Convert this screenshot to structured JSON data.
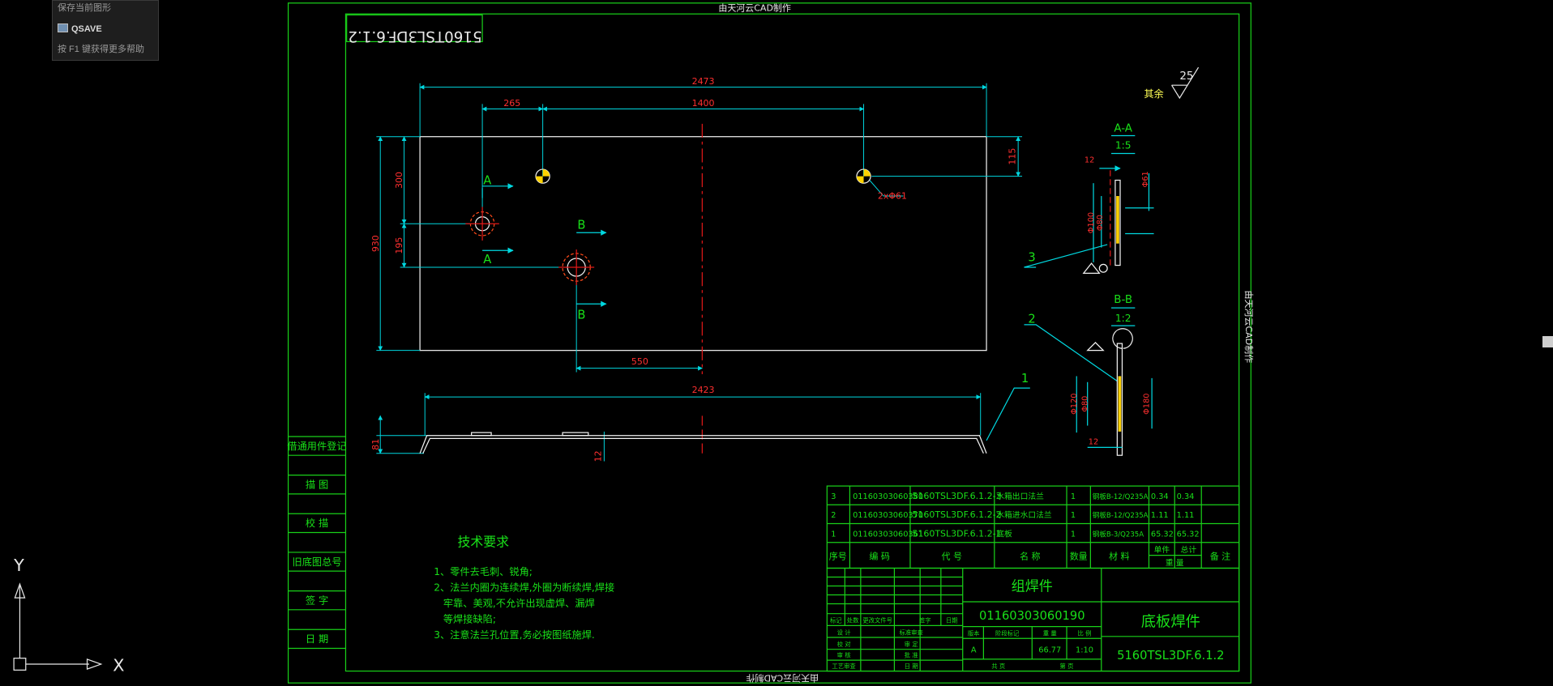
{
  "tooltip": {
    "previous_text": "保存当前图形",
    "command": "QSAVE",
    "help": "按 F1 键获得更多帮助"
  },
  "ucs": {
    "x_label": "X",
    "y_label": "Y"
  },
  "frame": {
    "watermark_top": "由天河云CAD制作",
    "watermark_right": "由天河云CAD制作",
    "watermark_bottom": "由天河云CAD制作",
    "drawing_code_box": "5160TSL3DF.6.1.2"
  },
  "roughness": {
    "other_label": "其余",
    "value": "25"
  },
  "dimensions": {
    "overall_length": "2473",
    "hole_offset": "265",
    "hole_spacing": "1400",
    "height_right": "115",
    "height_300": "300",
    "height_195": "195",
    "total_height": "930",
    "hole_label": "2xΦ61",
    "bottom_offset": "550",
    "side_length": "2423",
    "side_height": "81",
    "side_thk": "12"
  },
  "section_marks": {
    "a": "A",
    "b": "B"
  },
  "sections": {
    "aa_title": "A-A",
    "aa_scale": "1:5",
    "bb_title": "B-B",
    "bb_scale": "1:2",
    "aa_dim_12": "12",
    "aa_dim_phi100": "Φ100",
    "aa_dim_phi80": "Φ80",
    "aa_dim_phi61": "Φ61",
    "bb_dim_phi120": "Φ120",
    "bb_dim_phi80": "Φ80",
    "bb_dim_phi180": "Φ180",
    "bb_dim_12": "12"
  },
  "balloons": [
    "3",
    "2",
    "1"
  ],
  "left_column": [
    "借通用件登记",
    "描 图",
    "校 描",
    "旧底图总号",
    "签 字",
    "日 期"
  ],
  "tech": {
    "title": "技术要求",
    "lines": [
      "1、零件去毛刺、锐角;",
      "2、法兰内圈为连续焊,外圈为断续焊,焊接",
      "   牢靠、美观,不允许出现虚焊、漏焊",
      "   等焊接缺陷;",
      "3、注意法兰孔位置,务必按图纸施焊."
    ]
  },
  "bom": {
    "rows": [
      [
        "3",
        "01160303060380",
        "5160TSL3DF.6.1.2-3",
        "水箱出口法兰",
        "1",
        "钢板B-12/Q235A",
        "0.34",
        "0.34",
        ""
      ],
      [
        "2",
        "01160303060370",
        "5160TSL3DF.6.1.2-2",
        "水箱进水口法兰",
        "1",
        "钢板B-12/Q235A",
        "1.11",
        "1.11",
        ""
      ],
      [
        "1",
        "01160303060361",
        "5160TSL3DF.6.1.2-1",
        "底板",
        "1",
        "钢板B-3/Q235A",
        "65.32",
        "65.32",
        ""
      ]
    ],
    "headers": [
      "序号",
      "编 码",
      "代 号",
      "名 称",
      "数量",
      "材 料",
      "单件",
      "总计",
      "备 注"
    ],
    "weight_header": "重 量"
  },
  "title_block": {
    "assembly_type": "组焊件",
    "code": "01160303060190",
    "name": "底板焊件",
    "drawing_no": "5160TSL3DF.6.1.2",
    "rev_labels": [
      "标记",
      "处数",
      "更改文件号",
      "签字",
      "日期"
    ],
    "left_labels": [
      "设 计",
      "校 对",
      "审 核",
      "工艺审查"
    ],
    "mid_labels": [
      "标准审查",
      "审 定",
      "批 准",
      "日 期"
    ],
    "stage_headers": [
      "版本",
      "阶段标记",
      "重 量",
      "比 例"
    ],
    "stage_value": "A",
    "weight": "66.77",
    "scale": "1:10",
    "sheet_total": "共 页",
    "sheet_no": "第 页"
  }
}
